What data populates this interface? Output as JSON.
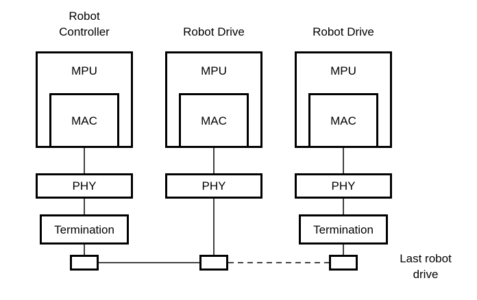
{
  "diagram": {
    "columns": [
      {
        "title": "Robot\nController",
        "mpu_label": "MPU",
        "mac_label": "MAC",
        "phy_label": "PHY",
        "termination_label": "Termination"
      },
      {
        "title": "Robot Drive",
        "mpu_label": "MPU",
        "mac_label": "MAC",
        "phy_label": "PHY"
      },
      {
        "title": "Robot Drive",
        "mpu_label": "MPU",
        "mac_label": "MAC",
        "phy_label": "PHY",
        "termination_label": "Termination"
      }
    ],
    "annotations": {
      "last_drive": "Last robot\ndrive"
    },
    "colors": {
      "line": "#000000",
      "text": "#000000",
      "background": "#ffffff"
    }
  }
}
